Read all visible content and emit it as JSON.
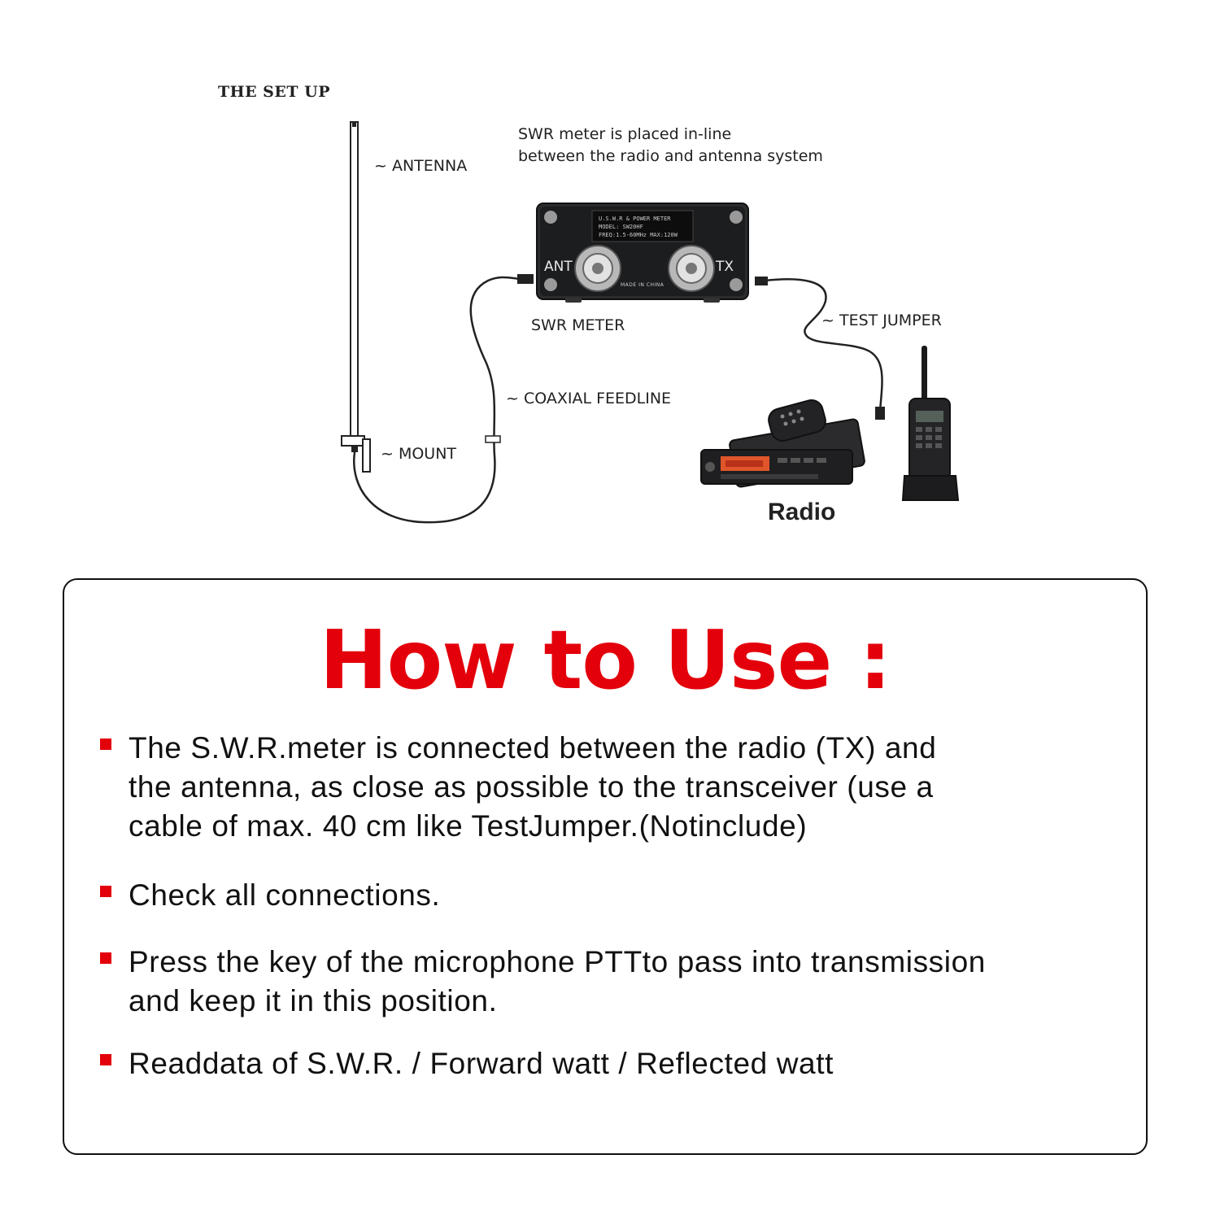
{
  "diagram": {
    "title": "THE SET UP",
    "note_line1": "SWR meter is placed in-line",
    "note_line2": "between the radio and antenna system",
    "labels": {
      "antenna": "~ ANTENNA",
      "swr_meter": "SWR METER",
      "test_jumper": "~ TEST JUMPER",
      "coaxial_feedline": "~ COAXIAL FEEDLINE",
      "mount": "~ MOUNT",
      "radio": "Radio"
    },
    "meter": {
      "line1": "U.S.W.R & POWER METER",
      "line2": "MODEL: SW20HF",
      "line3": "FREQ:1.5-60MHz   MAX:120W",
      "ant": "ANT",
      "tx": "TX",
      "made": "MADE IN CHINA"
    }
  },
  "howto": {
    "title": "How to Use :",
    "steps": [
      {
        "lines": [
          "The S.W.R.meter is connected between the  radio (TX) and",
          "the antenna, as close as possible to the transceiver (use a",
          "cable of max. 40 cm like TestJumper.(Notinclude)"
        ]
      },
      {
        "lines": [
          "Check all connections."
        ]
      },
      {
        "lines": [
          "Press the key of the microphone PTTto pass into transmission",
          "and keep it in this position."
        ]
      },
      {
        "lines": [
          "Readdata of S.W.R. / Forward watt  / Reflected watt"
        ]
      }
    ],
    "accent": "#e3000b"
  }
}
